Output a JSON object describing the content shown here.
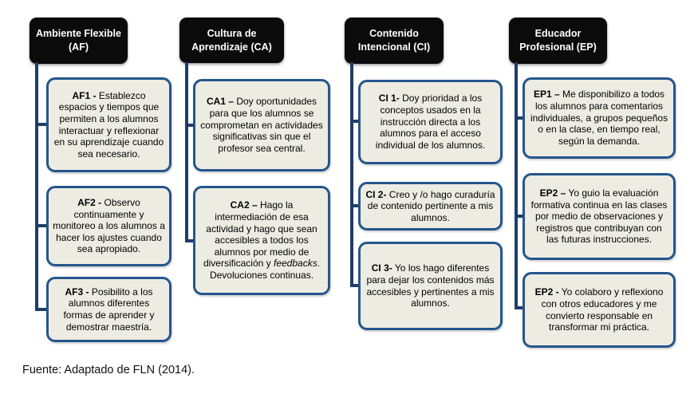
{
  "diagram": {
    "title_implied": "Pilares Flipped Learning",
    "colors": {
      "header_bg": "#0b0b0b",
      "header_text": "#ffffff",
      "box_bg": "#edece2",
      "box_border": "#24568c",
      "connector": "#1f3d68",
      "body_text": "#000000"
    },
    "columns": [
      {
        "header": "Ambiente Flexible (AF)",
        "boxes": [
          {
            "code": "AF1 -",
            "text": "Establezco espacios y tiempos que permiten a los alumnos interactuar y reflexionar en su aprendizaje cuando sea necesario."
          },
          {
            "code": "AF2 -",
            "text": "Observo continuamente  y monitoreo a los alumnos a hacer los ajustes cuando sea apropiado."
          },
          {
            "code": "AF3 -",
            "text": "Posibilito a los alumnos diferentes formas de aprender y demostrar maestría."
          }
        ]
      },
      {
        "header": "Cultura de Aprendizaje (CA)",
        "boxes": [
          {
            "code": "CA1 –",
            "text": "Doy oportunidades para que los alumnos se comprometan en actividades significativas sin que el profesor sea central."
          },
          {
            "code": "CA2 –",
            "text_pre": "Hago la intermediación  de esa actividad y hago que sean accesibles a todos los alumnos por medio de diversificación y ",
            "text_italic": "feedbacks",
            "text_post": ". Devoluciones continuas."
          }
        ]
      },
      {
        "header": "Contenido Intencional (CI)",
        "boxes": [
          {
            "code": "CI 1-",
            "text": "Doy prioridad  a los conceptos usados en la instrucción directa a los alumnos para el acceso individual de los alumnos."
          },
          {
            "code": "CI 2-",
            "text": "Creo y /o hago curaduría de contenido pertinente  a mis alumnos."
          },
          {
            "code": "CI 3-",
            "text": "Yo los hago diferentes para dejar los contenidos más accesibles y pertinentes a mis alumnos."
          }
        ]
      },
      {
        "header": "Educador Profesional (EP)",
        "boxes": [
          {
            "code": "EP1 –",
            "text": "Me disponibilizo  a todos los alumnos para comentarios individuales, a grupos pequeños o en la clase, en tiempo real, según la demanda."
          },
          {
            "code": "EP2 –",
            "text": "Yo guio la evaluación formativa continua en las clases por medio de observaciones y registros que contribuyan con las futuras instrucciones."
          },
          {
            "code": "EP2 -",
            "text": "Yo colaboro y reflexiono con otros educadores y me convierto responsable en transformar mi práctica."
          }
        ]
      }
    ],
    "source_note": "Fuente: Adaptado de FLN (2014)."
  }
}
